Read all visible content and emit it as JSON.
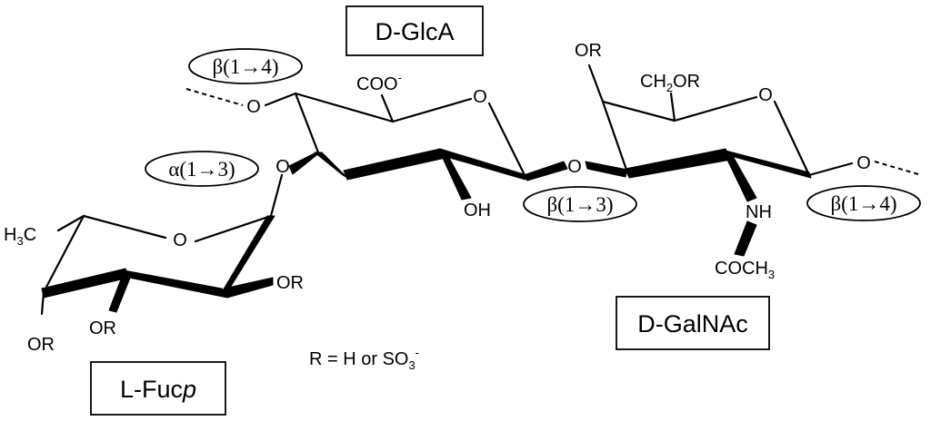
{
  "residues": {
    "glca": {
      "name": "D-GlcA",
      "carboxyl": "COO",
      "carboxyl_charge": "-",
      "hydroxyl": "OH",
      "ring_oxygen": "O"
    },
    "galnac": {
      "name": "D-GalNAc",
      "or_c4": "OR",
      "ch2or_pre": "CH",
      "ch2or_sub": "2",
      "ch2or_post": "OR",
      "nh": "NH",
      "acetyl_pre": "COCH",
      "acetyl_sub": "3",
      "ring_oxygen": "O"
    },
    "fuc": {
      "name_pre": "L-Fuc",
      "name_italic": "p",
      "methyl_pre": "H",
      "methyl_sub": "3",
      "methyl_post": "C",
      "or_c2": "OR",
      "or_c3": "OR",
      "or_c4": "OR",
      "ring_oxygen": "O"
    }
  },
  "linkages": {
    "left": "β(1→4)",
    "fuc_glca": "α(1→3)",
    "glca_galnac": "β(1→3)",
    "right": "β(1→4)"
  },
  "glycosidic_oxygens": {
    "left": "O",
    "fuc_glca": "O",
    "glca_galnac": "O",
    "right": "O"
  },
  "legend": {
    "pre": "R = H or SO",
    "sub": "3",
    "sup": "-"
  }
}
